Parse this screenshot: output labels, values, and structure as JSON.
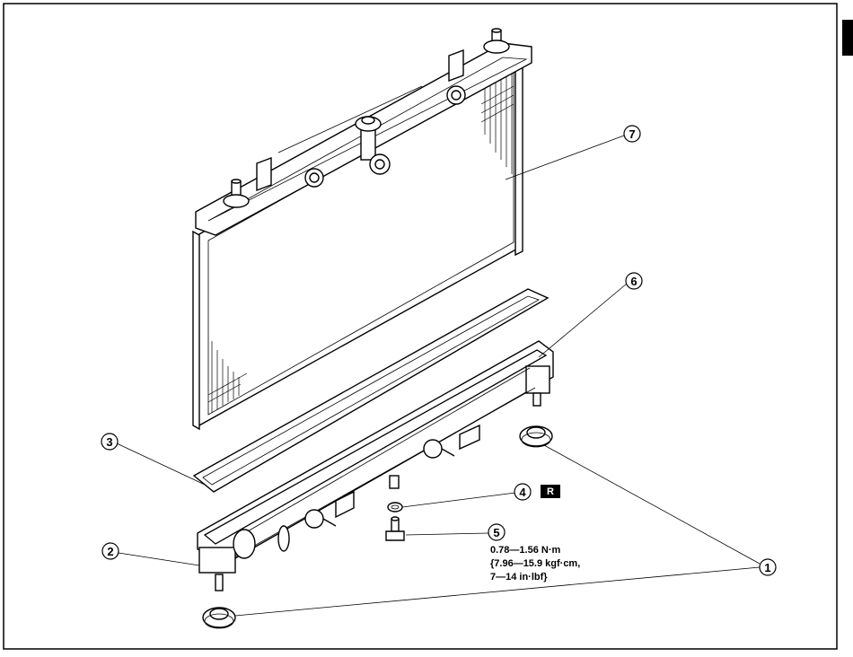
{
  "callouts": [
    {
      "id": "1",
      "label": "1"
    },
    {
      "id": "2",
      "label": "2"
    },
    {
      "id": "3",
      "label": "3"
    },
    {
      "id": "4",
      "label": "4"
    },
    {
      "id": "5",
      "label": "5"
    },
    {
      "id": "6",
      "label": "6"
    },
    {
      "id": "7",
      "label": "7"
    }
  ],
  "replace_badge": "R",
  "torque_spec": {
    "line1": "0.78—1.56 N·m",
    "line2": "{7.96—15.9 kgf·cm,",
    "line3": "7—14 in·lbf}"
  }
}
